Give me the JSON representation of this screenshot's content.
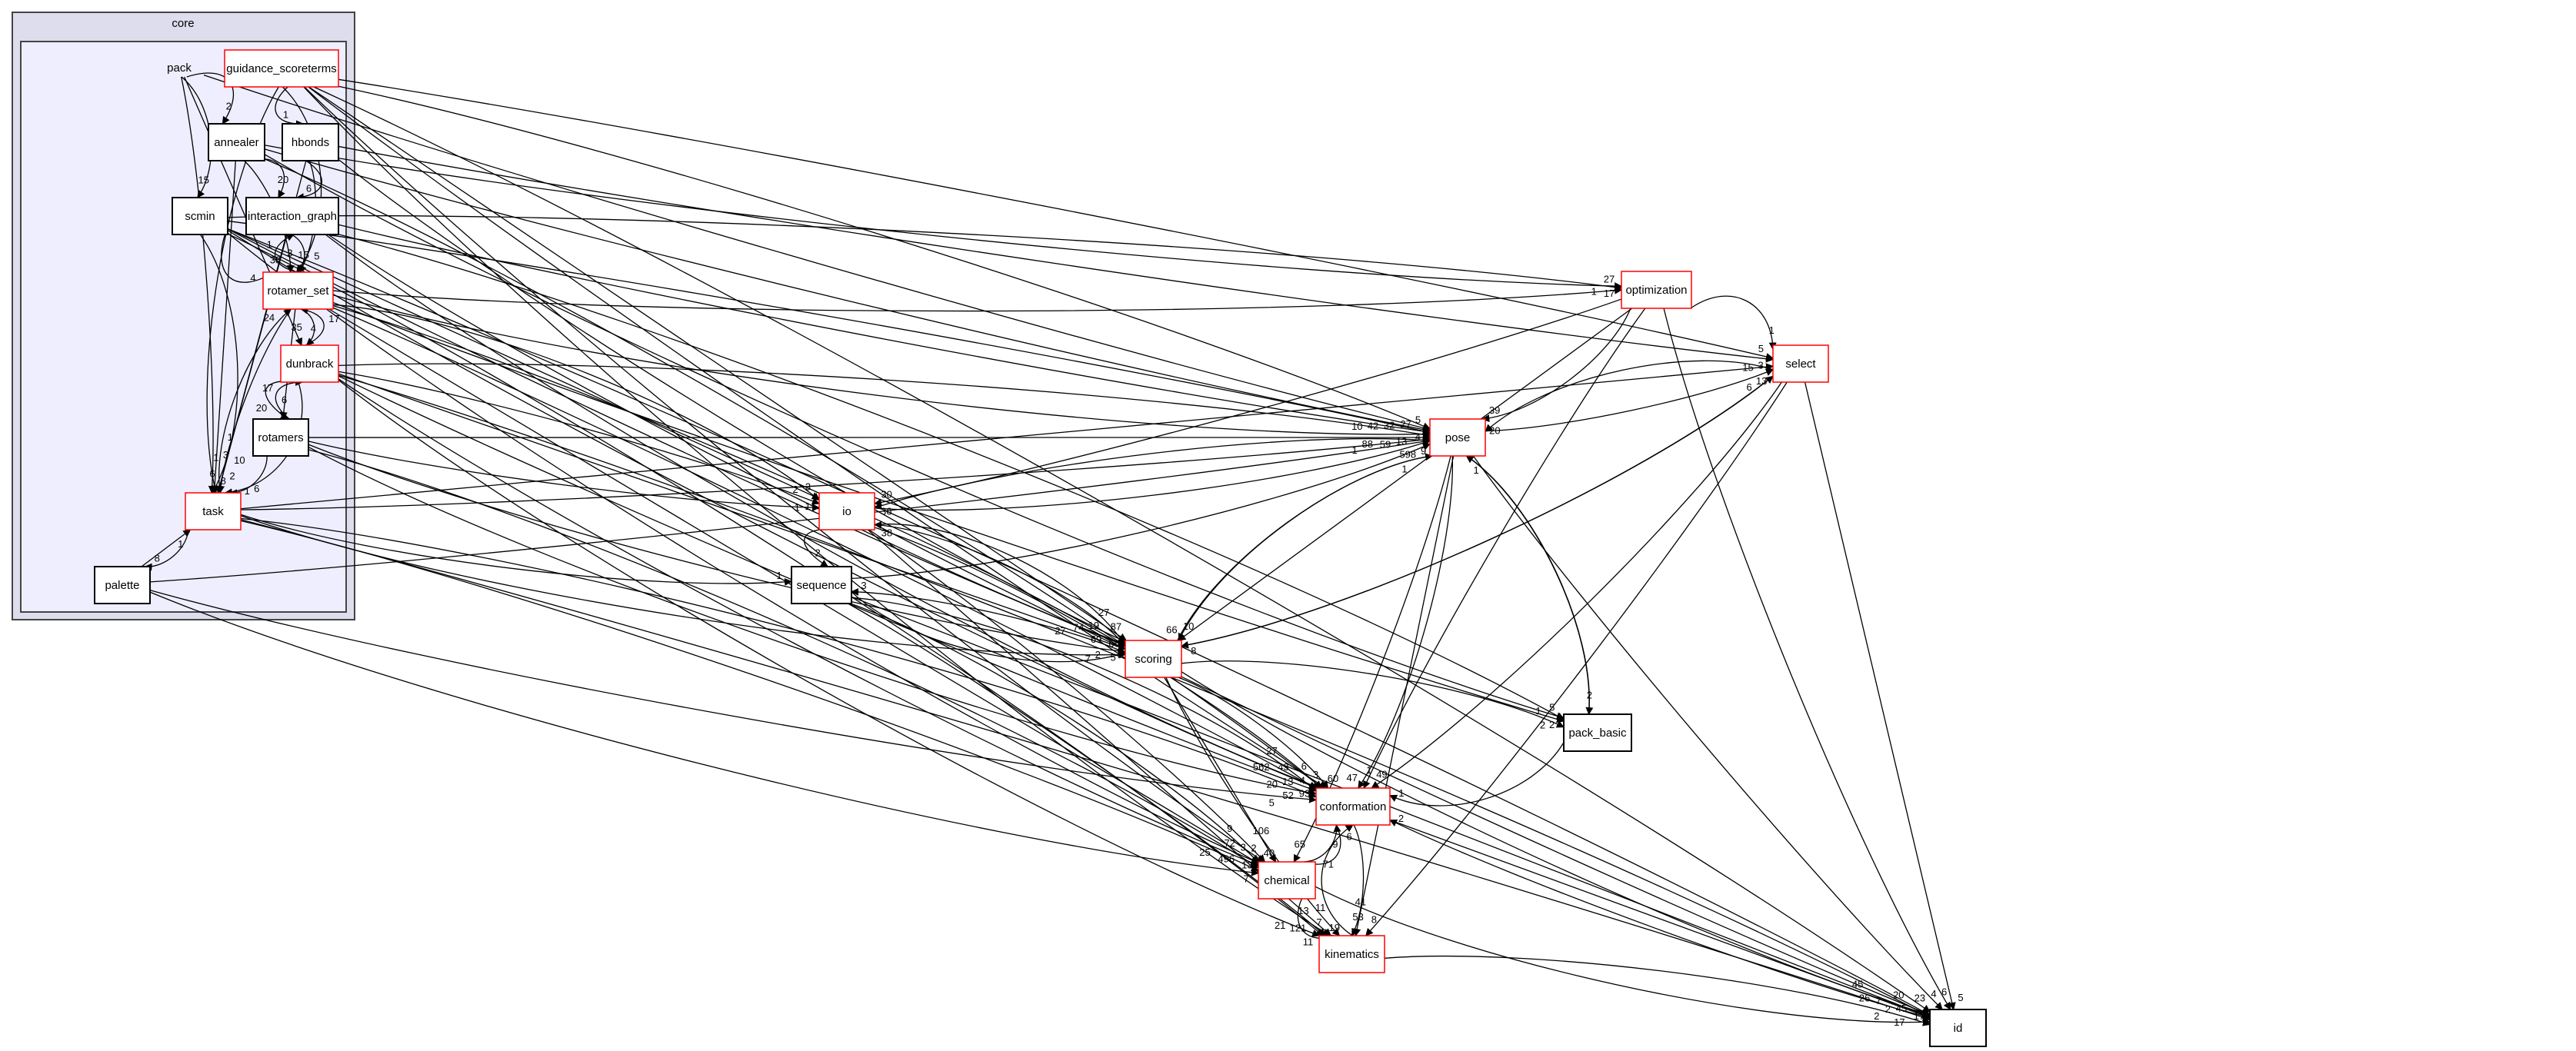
{
  "clusters": {
    "outer_label": "core",
    "inner_label": "pack"
  },
  "colors": {
    "highlight_border": "#ff0000",
    "plain_border": "#000000",
    "outer_fill": "#ddddee",
    "inner_fill": "#eeeeff"
  },
  "nodes": [
    {
      "id": "guidance_scoreterms",
      "label": "guidance_scoreterms",
      "style": "red"
    },
    {
      "id": "annealer",
      "label": "annealer",
      "style": "plain"
    },
    {
      "id": "hbonds",
      "label": "hbonds",
      "style": "plain"
    },
    {
      "id": "scmin",
      "label": "scmin",
      "style": "plain"
    },
    {
      "id": "interaction_graph",
      "label": "interaction_graph",
      "style": "plain"
    },
    {
      "id": "rotamer_set",
      "label": "rotamer_set",
      "style": "red"
    },
    {
      "id": "dunbrack",
      "label": "dunbrack",
      "style": "red"
    },
    {
      "id": "rotamers",
      "label": "rotamers",
      "style": "plain"
    },
    {
      "id": "task",
      "label": "task",
      "style": "red"
    },
    {
      "id": "palette",
      "label": "palette",
      "style": "plain"
    },
    {
      "id": "optimization",
      "label": "optimization",
      "style": "red"
    },
    {
      "id": "select",
      "label": "select",
      "style": "red"
    },
    {
      "id": "pose",
      "label": "pose",
      "style": "red"
    },
    {
      "id": "io",
      "label": "io",
      "style": "red"
    },
    {
      "id": "sequence",
      "label": "sequence",
      "style": "plain"
    },
    {
      "id": "scoring",
      "label": "scoring",
      "style": "red"
    },
    {
      "id": "pack_basic",
      "label": "pack_basic",
      "style": "plain"
    },
    {
      "id": "conformation",
      "label": "conformation",
      "style": "red"
    },
    {
      "id": "chemical",
      "label": "chemical",
      "style": "red"
    },
    {
      "id": "kinematics",
      "label": "kinematics",
      "style": "red"
    },
    {
      "id": "id",
      "label": "id",
      "style": "plain"
    }
  ],
  "edges": [
    {
      "from": "pack",
      "to": "annealer",
      "label": "2"
    },
    {
      "from": "pack",
      "to": "scmin",
      "label": "15"
    },
    {
      "from": "pack",
      "to": "task",
      "label": "6"
    },
    {
      "from": "pack",
      "to": "dunbrack",
      "label": "35"
    },
    {
      "from": "pack",
      "to": "pose",
      "label": "5"
    },
    {
      "from": "guidance_scoreterms",
      "to": "hbonds",
      "label": "1"
    },
    {
      "from": "guidance_scoreterms",
      "to": "task",
      "label": "8"
    },
    {
      "from": "guidance_scoreterms",
      "to": "rotamer_set",
      "label": "15"
    },
    {
      "from": "guidance_scoreterms",
      "to": "pose",
      "label": "27"
    },
    {
      "from": "guidance_scoreterms",
      "to": "select",
      "label": "5"
    },
    {
      "from": "guidance_scoreterms",
      "to": "scoring",
      "label": "87"
    },
    {
      "from": "guidance_scoreterms",
      "to": "conformation",
      "label": "3"
    },
    {
      "from": "guidance_scoreterms",
      "to": "chemical",
      "label": "2"
    },
    {
      "from": "guidance_scoreterms",
      "to": "kinematics",
      "label": "7"
    },
    {
      "from": "guidance_scoreterms",
      "to": "id",
      "label": "23"
    },
    {
      "from": "annealer",
      "to": "interaction_graph",
      "label": "20"
    },
    {
      "from": "annealer",
      "to": "rotamer_set",
      "label": "3"
    },
    {
      "from": "annealer",
      "to": "task",
      "label": "1"
    },
    {
      "from": "annealer",
      "to": "pose",
      "label": "32"
    },
    {
      "from": "annealer",
      "to": "optimization",
      "label": "27"
    },
    {
      "from": "annealer",
      "to": "pack_basic",
      "label": "5"
    },
    {
      "from": "annealer",
      "to": "conformation",
      "label": "4"
    },
    {
      "from": "hbonds",
      "to": "interaction_graph",
      "label": "6"
    },
    {
      "from": "hbonds",
      "to": "rotamer_set",
      "label": "5"
    },
    {
      "from": "hbonds",
      "to": "task",
      "label": "2"
    },
    {
      "from": "hbonds",
      "to": "select",
      "label": "3"
    },
    {
      "from": "hbonds",
      "to": "scoring",
      "label": "66"
    },
    {
      "from": "scmin",
      "to": "rotamer_set",
      "label": "4"
    },
    {
      "from": "scmin",
      "to": "task",
      "label": "3"
    },
    {
      "from": "scmin",
      "to": "optimization",
      "label": "17"
    },
    {
      "from": "scmin",
      "to": "pose",
      "label": "4"
    },
    {
      "from": "scmin",
      "to": "io",
      "label": "3"
    },
    {
      "from": "scmin",
      "to": "scoring",
      "label": "69"
    },
    {
      "from": "scmin",
      "to": "conformation",
      "label": "13"
    },
    {
      "from": "scmin",
      "to": "chemical",
      "label": "13"
    },
    {
      "from": "scmin",
      "to": "kinematics",
      "label": "121"
    },
    {
      "from": "scmin",
      "to": "id",
      "label": "17"
    },
    {
      "from": "interaction_graph",
      "to": "rotamer_set",
      "label": "38"
    },
    {
      "from": "interaction_graph",
      "to": "task",
      "label": "10"
    },
    {
      "from": "interaction_graph",
      "to": "pose",
      "label": "42"
    },
    {
      "from": "interaction_graph",
      "to": "scoring",
      "label": "19"
    },
    {
      "from": "interaction_graph",
      "to": "conformation",
      "label": "43"
    },
    {
      "from": "interaction_graph",
      "to": "pack_basic",
      "label": "1"
    },
    {
      "from": "rotamer_set",
      "to": "interaction_graph",
      "label": "1"
    },
    {
      "from": "rotamer_set",
      "to": "dunbrack",
      "label": "4"
    },
    {
      "from": "rotamer_set",
      "to": "rotamers",
      "label": "6"
    },
    {
      "from": "rotamer_set",
      "to": "task",
      "label": "1"
    },
    {
      "from": "rotamer_set",
      "to": "optimization",
      "label": "1"
    },
    {
      "from": "rotamer_set",
      "to": "pose",
      "label": "13"
    },
    {
      "from": "rotamer_set",
      "to": "io",
      "label": "2"
    },
    {
      "from": "rotamer_set",
      "to": "scoring",
      "label": "74"
    },
    {
      "from": "rotamer_set",
      "to": "conformation",
      "label": "562"
    },
    {
      "from": "rotamer_set",
      "to": "chemical",
      "label": "3"
    },
    {
      "from": "rotamer_set",
      "to": "pack_basic",
      "label": "2"
    },
    {
      "from": "dunbrack",
      "to": "rotamer_set",
      "label": "17"
    },
    {
      "from": "dunbrack",
      "to": "rotamers",
      "label": "20"
    },
    {
      "from": "dunbrack",
      "to": "task",
      "label": "1"
    },
    {
      "from": "dunbrack",
      "to": "pose",
      "label": "10"
    },
    {
      "from": "dunbrack",
      "to": "io",
      "label": "1"
    },
    {
      "from": "dunbrack",
      "to": "scoring",
      "label": "27"
    },
    {
      "from": "dunbrack",
      "to": "conformation",
      "label": "93"
    },
    {
      "from": "dunbrack",
      "to": "chemical",
      "label": "496"
    },
    {
      "from": "dunbrack",
      "to": "kinematics",
      "label": "21"
    },
    {
      "from": "dunbrack",
      "to": "id",
      "label": "45"
    },
    {
      "from": "rotamers",
      "to": "dunbrack",
      "label": "17"
    },
    {
      "from": "rotamers",
      "to": "task",
      "label": "6"
    },
    {
      "from": "rotamers",
      "to": "pose",
      "label": "59"
    },
    {
      "from": "rotamers",
      "to": "io",
      "label": "1"
    },
    {
      "from": "rotamers",
      "to": "scoring",
      "label": "5"
    },
    {
      "from": "rotamers",
      "to": "conformation",
      "label": "52"
    },
    {
      "from": "rotamers",
      "to": "chemical",
      "label": "72"
    },
    {
      "from": "task",
      "to": "rotamer_set",
      "label": "24"
    },
    {
      "from": "task",
      "to": "palette",
      "label": "8"
    },
    {
      "from": "task",
      "to": "select",
      "label": "15"
    },
    {
      "from": "task",
      "to": "pose",
      "label": "88"
    },
    {
      "from": "task",
      "to": "sequence",
      "label": "1"
    },
    {
      "from": "task",
      "to": "scoring",
      "label": "2"
    },
    {
      "from": "task",
      "to": "conformation",
      "label": "20"
    },
    {
      "from": "task",
      "to": "chemical",
      "label": "25"
    },
    {
      "from": "task",
      "to": "id",
      "label": "2"
    },
    {
      "from": "palette",
      "to": "task",
      "label": "1"
    },
    {
      "from": "palette",
      "to": "pose",
      "label": "1"
    },
    {
      "from": "palette",
      "to": "conformation",
      "label": "5"
    },
    {
      "from": "palette",
      "to": "chemical",
      "label": "7"
    },
    {
      "from": "optimization",
      "to": "select",
      "label": "1"
    },
    {
      "from": "optimization",
      "to": "pose",
      "label": "39"
    },
    {
      "from": "optimization",
      "to": "io",
      "label": "30"
    },
    {
      "from": "optimization",
      "to": "scoring",
      "label": "10"
    },
    {
      "from": "optimization",
      "to": "conformation",
      "label": "1"
    },
    {
      "from": "optimization",
      "to": "id",
      "label": "6"
    },
    {
      "from": "select",
      "to": "pose",
      "label": "20"
    },
    {
      "from": "select",
      "to": "scoring",
      "label": "8"
    },
    {
      "from": "select",
      "to": "conformation",
      "label": "49"
    },
    {
      "from": "select",
      "to": "kinematics",
      "label": "8"
    },
    {
      "from": "select",
      "to": "id",
      "label": "5"
    },
    {
      "from": "pose",
      "to": "select",
      "label": "13"
    },
    {
      "from": "pose",
      "to": "io",
      "label": "36"
    },
    {
      "from": "pose",
      "to": "scoring",
      "label": "66"
    },
    {
      "from": "pose",
      "to": "pack_basic",
      "label": "2"
    },
    {
      "from": "pose",
      "to": "conformation",
      "label": "47"
    },
    {
      "from": "pose",
      "to": "chemical",
      "label": "65"
    },
    {
      "from": "pose",
      "to": "kinematics",
      "label": "53"
    },
    {
      "from": "pose",
      "to": "id",
      "label": "4"
    },
    {
      "from": "io",
      "to": "pose",
      "label": "598"
    },
    {
      "from": "io",
      "to": "sequence",
      "label": "2"
    },
    {
      "from": "io",
      "to": "scoring",
      "label": "27"
    },
    {
      "from": "io",
      "to": "conformation",
      "label": "6"
    },
    {
      "from": "io",
      "to": "chemical",
      "label": "40"
    },
    {
      "from": "io",
      "to": "kinematics",
      "label": "19"
    },
    {
      "from": "io",
      "to": "id",
      "label": "20"
    },
    {
      "from": "sequence",
      "to": "pose",
      "label": "9"
    },
    {
      "from": "sequence",
      "to": "scoring",
      "label": "7"
    },
    {
      "from": "sequence",
      "to": "conformation",
      "label": "27"
    },
    {
      "from": "sequence",
      "to": "chemical",
      "label": "9"
    },
    {
      "from": "sequence",
      "to": "kinematics",
      "label": "13"
    },
    {
      "from": "sequence",
      "to": "id",
      "label": "7"
    },
    {
      "from": "scoring",
      "to": "sequence",
      "label": "3"
    },
    {
      "from": "scoring",
      "to": "io",
      "label": "38"
    },
    {
      "from": "scoring",
      "to": "select",
      "label": "6"
    },
    {
      "from": "scoring",
      "to": "pose",
      "label": "1"
    },
    {
      "from": "scoring",
      "to": "pack_basic",
      "label": "2"
    },
    {
      "from": "scoring",
      "to": "conformation",
      "label": "60"
    },
    {
      "from": "scoring",
      "to": "chemical",
      "label": "106"
    },
    {
      "from": "scoring",
      "to": "kinematics",
      "label": "11"
    },
    {
      "from": "scoring",
      "to": "id",
      "label": "26"
    },
    {
      "from": "pack_basic",
      "to": "pose",
      "label": "1"
    },
    {
      "from": "pack_basic",
      "to": "conformation",
      "label": "1"
    },
    {
      "from": "conformation",
      "to": "chemical",
      "label": "71"
    },
    {
      "from": "conformation",
      "to": "kinematics",
      "label": "41"
    },
    {
      "from": "conformation",
      "to": "id",
      "label": "45"
    },
    {
      "from": "chemical",
      "to": "conformation",
      "label": "9"
    },
    {
      "from": "chemical",
      "to": "kinematics",
      "label": "11"
    },
    {
      "from": "chemical",
      "to": "id",
      "label": "17"
    },
    {
      "from": "kinematics",
      "to": "conformation",
      "label": "6"
    },
    {
      "from": "kinematics",
      "to": "id",
      "label": "2"
    },
    {
      "from": "id",
      "to": "conformation",
      "label": "2"
    }
  ]
}
